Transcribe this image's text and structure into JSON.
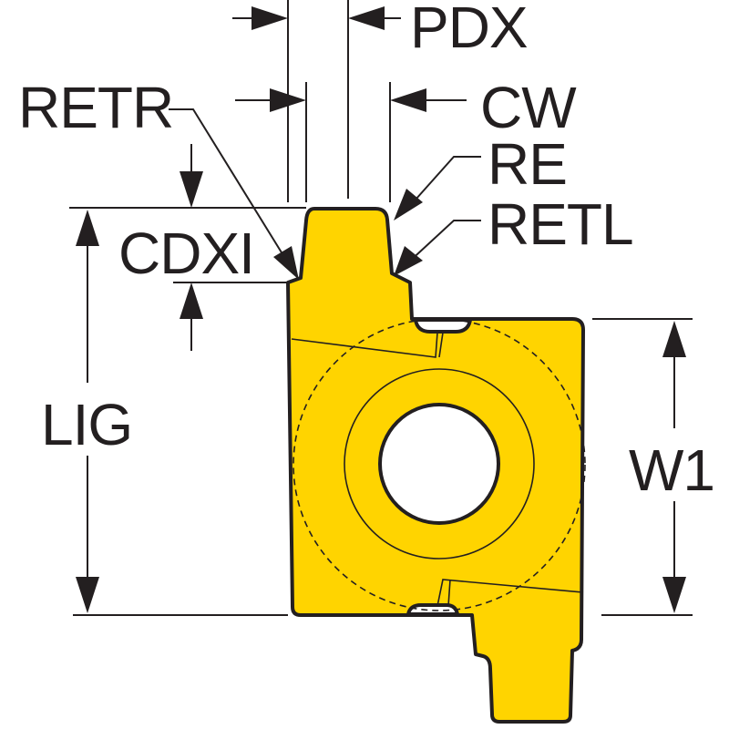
{
  "labels": {
    "pdx": "PDX",
    "retr": "RETR",
    "cw": "CW",
    "re": "RE",
    "retl": "RETL",
    "cdxi": "CDXI",
    "lig": "LIG",
    "w1": "W1"
  },
  "colors": {
    "insert_fill": "#ffd400",
    "line": "#231f20",
    "background": "#ffffff"
  }
}
